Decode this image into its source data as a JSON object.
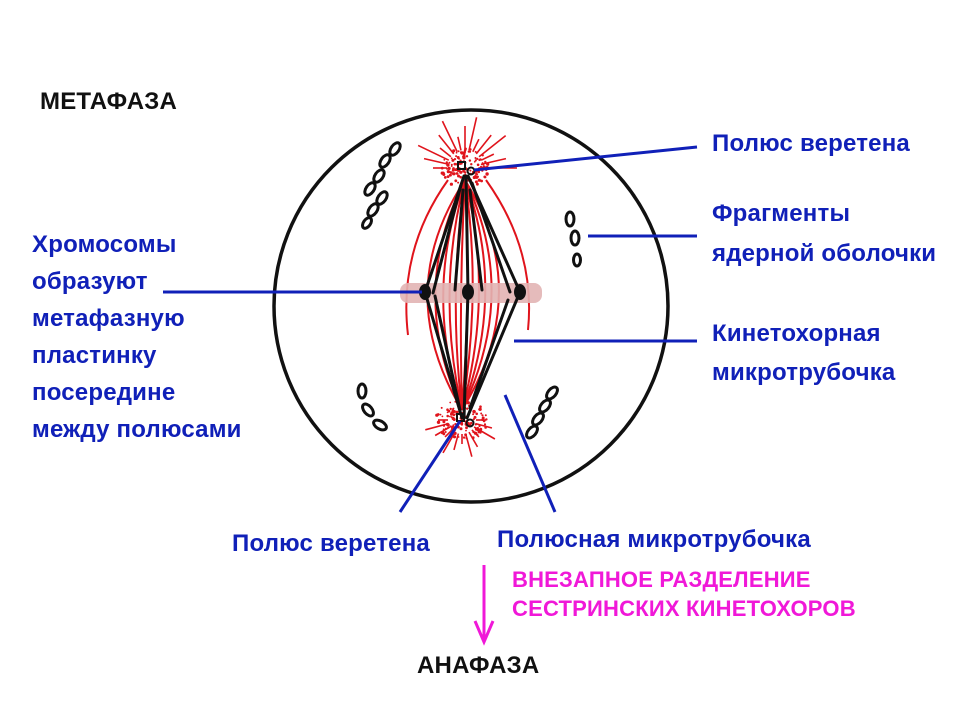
{
  "title": "МЕТАФАЗА",
  "next_stage": "АНАФАЗА",
  "labels": {
    "spindle_pole_top": "Полюс веретена",
    "nuclear_fragments": [
      "Фрагменты",
      "ядерной оболочки"
    ],
    "chromosomes": [
      "Хромосомы",
      "образуют",
      "метафазную",
      "пластинку",
      "посередине",
      "между полюсами"
    ],
    "kinetochore_mt": [
      "Кинетохорная",
      "микротрубочка"
    ],
    "spindle_pole_bottom": "Полюс веретена",
    "polar_mt": "Полюсная микротрубочка",
    "separation": [
      "ВНЕЗАПНОЕ РАЗДЕЛЕНИЕ",
      "СЕСТРИНСКИХ КИНЕТОХОРОВ"
    ]
  },
  "colors": {
    "label_text": "#1020b8",
    "leader_line": "#1020b8",
    "microtubules": "#e0141c",
    "chromosomes": "#111111",
    "metaphase_plate": "#e2b4b4",
    "transition": "#f018d8"
  }
}
